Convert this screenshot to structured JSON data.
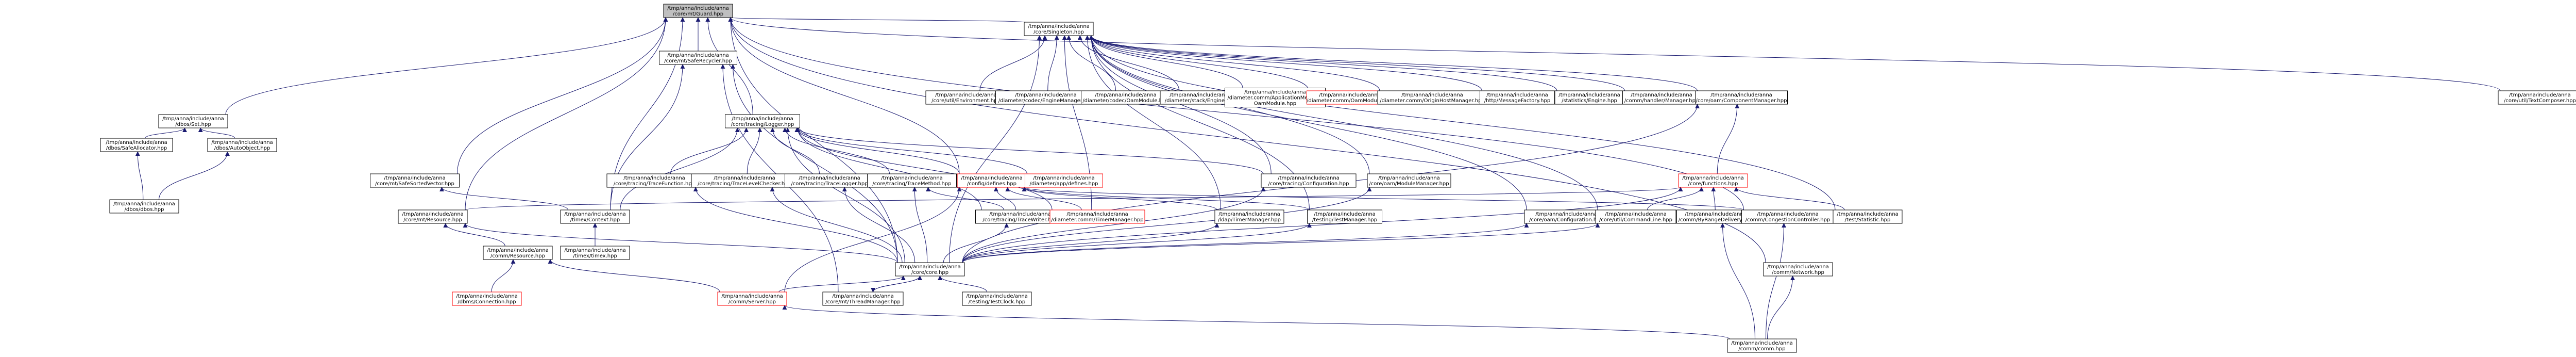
{
  "colors": {
    "root_fill": "#bfbfbf",
    "node_fill": "#ffffff",
    "node_border": "#000000",
    "missing_border": "#ff0000",
    "edge": "#191970"
  },
  "nodes": [
    {
      "id": "root",
      "lines": [
        "/tmp/anna/include/anna",
        "/core/mt/Guard.hpp"
      ],
      "style": "root"
    },
    {
      "id": "safeRecycler",
      "lines": [
        "/tmp/anna/include/anna",
        "/core/mt/SafeRecycler.hpp"
      ]
    },
    {
      "id": "singleton",
      "lines": [
        "/tmp/anna/include/anna",
        "/core/Singleton.hpp"
      ]
    },
    {
      "id": "textComposer",
      "lines": [
        "/tmp/anna/include/anna",
        "/core/util/TextComposer.hpp"
      ]
    },
    {
      "id": "dbosSet",
      "lines": [
        "/tmp/anna/include/anna",
        "/dbos/Set.hpp"
      ]
    },
    {
      "id": "tracingLogger",
      "lines": [
        "/tmp/anna/include/anna",
        "/core/tracing/Logger.hpp"
      ]
    },
    {
      "id": "utilEnvironment",
      "lines": [
        "/tmp/anna/include/anna",
        "/core/util/Environment.hpp"
      ]
    },
    {
      "id": "engineManager",
      "lines": [
        "/tmp/anna/include/anna",
        "/diameter/codec/EngineManager.hpp"
      ]
    },
    {
      "id": "oamModule",
      "lines": [
        "/tmp/anna/include/anna",
        "/diameter/codec/OamModule.hpp"
      ]
    },
    {
      "id": "stackEngine",
      "lines": [
        "/tmp/anna/include/anna",
        "/diameter/stack/Engine.hpp"
      ]
    },
    {
      "id": "appMessageOam",
      "lines": [
        "/tmp/anna/include/anna",
        "/diameter.comm/ApplicationMessage",
        "OamModule.hpp"
      ]
    },
    {
      "id": "commOamModule",
      "lines": [
        "/tmp/anna/include/anna",
        "/diameter.comm/OamModule.hpp"
      ],
      "style": "missing"
    },
    {
      "id": "originHostManager",
      "lines": [
        "/tmp/anna/include/anna",
        "/diameter.comm/OriginHostManager.hpp"
      ]
    },
    {
      "id": "messageFactory",
      "lines": [
        "/tmp/anna/include/anna",
        "/http/MessageFactory.hpp"
      ]
    },
    {
      "id": "statisticsEngine",
      "lines": [
        "/tmp/anna/include/anna",
        "/statistics/Engine.hpp"
      ]
    },
    {
      "id": "handlerManager",
      "lines": [
        "/tmp/anna/include/anna",
        "/comm/handler/Manager.hpp"
      ]
    },
    {
      "id": "oamComponentMgr",
      "lines": [
        "/tmp/anna/include/anna",
        "/core/oam/ComponentManager.hpp"
      ]
    },
    {
      "id": "safeAllocator",
      "lines": [
        "/tmp/anna/include/anna",
        "/dbos/SafeAllocator.hpp"
      ]
    },
    {
      "id": "autoObject",
      "lines": [
        "/tmp/anna/include/anna",
        "/dbos/AutoObject.hpp"
      ]
    },
    {
      "id": "safeSortedVector",
      "lines": [
        "/tmp/anna/include/anna",
        "/core/mt/SafeSortedVector.hpp"
      ]
    },
    {
      "id": "traceFunction",
      "lines": [
        "/tmp/anna/include/anna",
        "/core/tracing/TraceFunction.hpp"
      ]
    },
    {
      "id": "traceLevelChecker",
      "lines": [
        "/tmp/anna/include/anna",
        "/core/tracing/TraceLevelChecker.hpp"
      ]
    },
    {
      "id": "traceLogger",
      "lines": [
        "/tmp/anna/include/anna",
        "/core/tracing/TraceLogger.hpp"
      ]
    },
    {
      "id": "traceMethod",
      "lines": [
        "/tmp/anna/include/anna",
        "/core/tracing/TraceMethod.hpp"
      ]
    },
    {
      "id": "configDefines",
      "lines": [
        "/tmp/anna/include/anna",
        "/config/defines.hpp"
      ],
      "style": "missing"
    },
    {
      "id": "appDefines",
      "lines": [
        "/tmp/anna/include/anna",
        "/diameter/app/defines.hpp"
      ],
      "style": "missing"
    },
    {
      "id": "tracingConfiguration",
      "lines": [
        "/tmp/anna/include/anna",
        "/core/tracing/Configuration.hpp"
      ]
    },
    {
      "id": "moduleManager",
      "lines": [
        "/tmp/anna/include/anna",
        "/core/oam/ModuleManager.hpp"
      ]
    },
    {
      "id": "functions",
      "lines": [
        "/tmp/anna/include/anna",
        "/core/functions.hpp"
      ],
      "style": "missing"
    },
    {
      "id": "dbosDbos",
      "lines": [
        "/tmp/anna/include/anna",
        "/dbos/dbos.hpp"
      ]
    },
    {
      "id": "mtResource",
      "lines": [
        "/tmp/anna/include/anna",
        "/core/mt/Resource.hpp"
      ]
    },
    {
      "id": "timexContext",
      "lines": [
        "/tmp/anna/include/anna",
        "/timex/Context.hpp"
      ]
    },
    {
      "id": "traceWriter",
      "lines": [
        "/tmp/anna/include/anna",
        "/core/tracing/TraceWriter.hpp"
      ]
    },
    {
      "id": "timerManager",
      "lines": [
        "/tmp/anna/include/anna",
        "/diameter.comm/TimerManager.hpp"
      ],
      "style": "missing"
    },
    {
      "id": "ldapTimerManager",
      "lines": [
        "/tmp/anna/include/anna",
        "/ldap/TimerManager.hpp"
      ]
    },
    {
      "id": "testManager",
      "lines": [
        "/tmp/anna/include/anna",
        "/testing/TestManager.hpp"
      ]
    },
    {
      "id": "samConfiguration",
      "lines": [
        "/tmp/anna/include/anna",
        "/core/oam/Configuration.hpp"
      ]
    },
    {
      "id": "commandLine",
      "lines": [
        "/tmp/anna/include/anna",
        "/core/util/CommandLine.hpp"
      ]
    },
    {
      "id": "byRangeDelivery",
      "lines": [
        "/tmp/anna/include/anna",
        "/comm/ByRangeDelivery.hpp"
      ]
    },
    {
      "id": "congestionController",
      "lines": [
        "/tmp/anna/include/anna",
        "/comm/CongestionController.hpp"
      ]
    },
    {
      "id": "testStatistic",
      "lines": [
        "/tmp/anna/include/anna",
        "/test/Statistic.hpp"
      ]
    },
    {
      "id": "commResource",
      "lines": [
        "/tmp/anna/include/anna",
        "/comm/Resource.hpp"
      ]
    },
    {
      "id": "timexTimex",
      "lines": [
        "/tmp/anna/include/anna",
        "/timex/timex.hpp"
      ]
    },
    {
      "id": "coreHpp",
      "lines": [
        "/tmp/anna/include/anna",
        "/core/core.hpp"
      ]
    },
    {
      "id": "commNetwork",
      "lines": [
        "/tmp/anna/include/anna",
        "/comm/Network.hpp"
      ]
    },
    {
      "id": "dbmsConnection",
      "lines": [
        "/tmp/anna/include/anna",
        "/dbms/Connection.hpp"
      ],
      "style": "missing"
    },
    {
      "id": "commServer",
      "lines": [
        "/tmp/anna/include/anna",
        "/comm/Server.hpp"
      ],
      "style": "missing"
    },
    {
      "id": "threadManager",
      "lines": [
        "/tmp/anna/include/anna",
        "/core/mt/ThreadManager.hpp"
      ]
    },
    {
      "id": "testClock",
      "lines": [
        "/tmp/anna/include/anna",
        "/testing/TestClock.hpp"
      ]
    },
    {
      "id": "commComm",
      "lines": [
        "/tmp/anna/include/anna",
        "/comm/comm.hpp"
      ]
    }
  ],
  "edges": [
    [
      "safeRecycler",
      "root"
    ],
    [
      "singleton",
      "root"
    ],
    [
      "textComposer",
      "root"
    ],
    [
      "dbosSet",
      "root"
    ],
    [
      "tracingLogger",
      "root"
    ],
    [
      "safeSortedVector",
      "root"
    ],
    [
      "mtResource",
      "root"
    ],
    [
      "timexContext",
      "root"
    ],
    [
      "coreHpp",
      "root"
    ],
    [
      "commNetwork",
      "root"
    ],
    [
      "congestionController",
      "root"
    ],
    [
      "configDefines",
      "root"
    ],
    [
      "threadManager",
      "safeRecycler"
    ],
    [
      "coreHpp",
      "safeRecycler"
    ],
    [
      "timexContext",
      "safeRecycler"
    ],
    [
      "utilEnvironment",
      "singleton"
    ],
    [
      "engineManager",
      "singleton"
    ],
    [
      "oamModule",
      "singleton"
    ],
    [
      "stackEngine",
      "singleton"
    ],
    [
      "appMessageOam",
      "singleton"
    ],
    [
      "commOamModule",
      "singleton"
    ],
    [
      "originHostManager",
      "singleton"
    ],
    [
      "messageFactory",
      "singleton"
    ],
    [
      "statisticsEngine",
      "singleton"
    ],
    [
      "handlerManager",
      "singleton"
    ],
    [
      "oamComponentMgr",
      "singleton"
    ],
    [
      "tracingConfiguration",
      "singleton"
    ],
    [
      "moduleManager",
      "singleton"
    ],
    [
      "ldapTimerManager",
      "singleton"
    ],
    [
      "testManager",
      "singleton"
    ],
    [
      "samConfiguration",
      "singleton"
    ],
    [
      "commandLine",
      "singleton"
    ],
    [
      "testStatistic",
      "singleton"
    ],
    [
      "coreHpp",
      "singleton"
    ],
    [
      "timerManager",
      "singleton"
    ],
    [
      "safeAllocator",
      "dbosSet"
    ],
    [
      "autoObject",
      "dbosSet"
    ],
    [
      "dbosDbos",
      "safeAllocator"
    ],
    [
      "dbosDbos",
      "autoObject"
    ],
    [
      "traceFunction",
      "tracingLogger"
    ],
    [
      "traceLevelChecker",
      "tracingLogger"
    ],
    [
      "traceLogger",
      "tracingLogger"
    ],
    [
      "traceMethod",
      "tracingLogger"
    ],
    [
      "configDefines",
      "tracingLogger"
    ],
    [
      "appDefines",
      "tracingLogger"
    ],
    [
      "timexContext",
      "tracingLogger"
    ],
    [
      "coreHpp",
      "tracingLogger"
    ],
    [
      "timerManager",
      "tracingLogger"
    ],
    [
      "traceWriter",
      "tracingLogger"
    ],
    [
      "tracingConfiguration",
      "tracingLogger"
    ],
    [
      "functions",
      "oamComponentMgr"
    ],
    [
      "coreHpp",
      "oamComponentMgr"
    ],
    [
      "coreHpp",
      "traceFunction"
    ],
    [
      "coreHpp",
      "traceLevelChecker"
    ],
    [
      "coreHpp",
      "traceLogger"
    ],
    [
      "traceWriter",
      "traceMethod"
    ],
    [
      "coreHpp",
      "traceMethod"
    ],
    [
      "traceWriter",
      "configDefines"
    ],
    [
      "timerManager",
      "configDefines"
    ],
    [
      "ldapTimerManager",
      "configDefines"
    ],
    [
      "testManager",
      "configDefines"
    ],
    [
      "commServer",
      "configDefines"
    ],
    [
      "congestionController",
      "configDefines"
    ],
    [
      "coreHpp",
      "tracingConfiguration"
    ],
    [
      "coreHpp",
      "moduleManager"
    ],
    [
      "mtResource",
      "functions"
    ],
    [
      "byRangeDelivery",
      "functions"
    ],
    [
      "testStatistic",
      "functions"
    ],
    [
      "commandLine",
      "functions"
    ],
    [
      "coreHpp",
      "functions"
    ],
    [
      "commResource",
      "mtResource"
    ],
    [
      "coreHpp",
      "mtResource"
    ],
    [
      "timexTimex",
      "timexContext"
    ],
    [
      "coreHpp",
      "traceWriter"
    ],
    [
      "coreHpp",
      "samConfiguration"
    ],
    [
      "coreHpp",
      "commandLine"
    ],
    [
      "commComm",
      "byRangeDelivery"
    ],
    [
      "commComm",
      "congestionController"
    ],
    [
      "dbmsConnection",
      "commResource"
    ],
    [
      "commServer",
      "commResource"
    ],
    [
      "threadManager",
      "coreHpp"
    ],
    [
      "testClock",
      "coreHpp"
    ],
    [
      "commServer",
      "coreHpp"
    ],
    [
      "commComm",
      "commNetwork"
    ],
    [
      "commComm",
      "commServer"
    ],
    [
      "coreHpp",
      "threadManager"
    ],
    [
      "coreHpp",
      "testManager"
    ],
    [
      "coreHpp",
      "ldapTimerManager"
    ],
    [
      "timexContext",
      "safeSortedVector"
    ]
  ]
}
